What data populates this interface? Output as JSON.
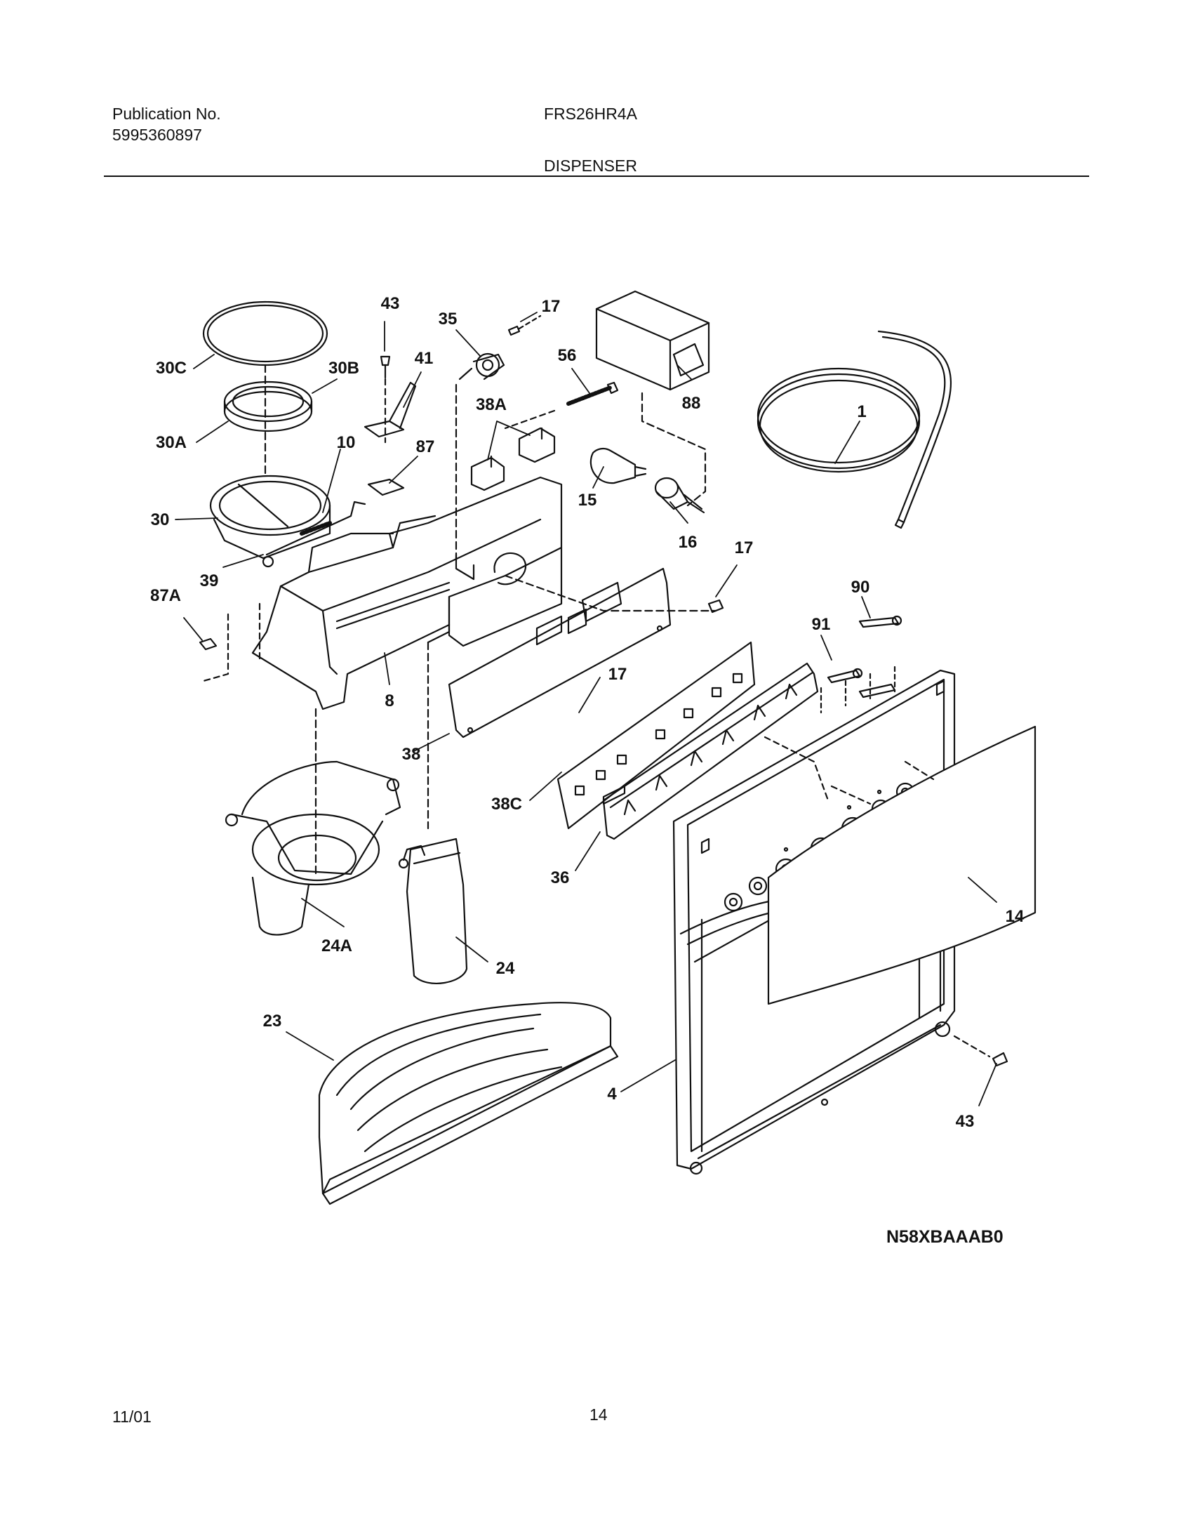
{
  "header": {
    "publication_label": "Publication No.",
    "publication_number": "5995360897",
    "model": "FRS26HR4A",
    "section": "DISPENSER"
  },
  "figure_code": "N58XBAAAB0",
  "footer": {
    "date": "11/01",
    "page": "14"
  },
  "callouts": [
    {
      "id": "c-43a",
      "label": "43"
    },
    {
      "id": "c-35",
      "label": "35"
    },
    {
      "id": "c-17a",
      "label": "17"
    },
    {
      "id": "c-30c",
      "label": "30C"
    },
    {
      "id": "c-30b",
      "label": "30B"
    },
    {
      "id": "c-41",
      "label": "41"
    },
    {
      "id": "c-56",
      "label": "56"
    },
    {
      "id": "c-88",
      "label": "88"
    },
    {
      "id": "c-38a",
      "label": "38A"
    },
    {
      "id": "c-1",
      "label": "1"
    },
    {
      "id": "c-30a",
      "label": "30A"
    },
    {
      "id": "c-10",
      "label": "10"
    },
    {
      "id": "c-87",
      "label": "87"
    },
    {
      "id": "c-15",
      "label": "15"
    },
    {
      "id": "c-30",
      "label": "30"
    },
    {
      "id": "c-16",
      "label": "16"
    },
    {
      "id": "c-17b",
      "label": "17"
    },
    {
      "id": "c-39",
      "label": "39"
    },
    {
      "id": "c-87a",
      "label": "87A"
    },
    {
      "id": "c-90",
      "label": "90"
    },
    {
      "id": "c-91",
      "label": "91"
    },
    {
      "id": "c-8",
      "label": "8"
    },
    {
      "id": "c-17c",
      "label": "17"
    },
    {
      "id": "c-38",
      "label": "38"
    },
    {
      "id": "c-38c",
      "label": "38C"
    },
    {
      "id": "c-36",
      "label": "36"
    },
    {
      "id": "c-14",
      "label": "14"
    },
    {
      "id": "c-24a",
      "label": "24A"
    },
    {
      "id": "c-24",
      "label": "24"
    },
    {
      "id": "c-23",
      "label": "23"
    },
    {
      "id": "c-4",
      "label": "4"
    },
    {
      "id": "c-43b",
      "label": "43"
    }
  ]
}
